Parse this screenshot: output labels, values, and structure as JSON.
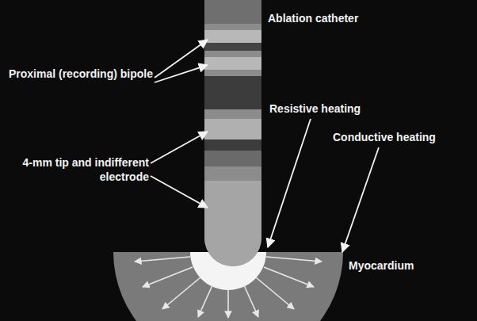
{
  "diagram": {
    "labels": [
      "Ablation catheter",
      "Proximal (recording) bipole",
      "Resistive heating",
      "Conductive heating",
      "4-mm tip and indifferent electrode",
      "Myocardium"
    ]
  }
}
